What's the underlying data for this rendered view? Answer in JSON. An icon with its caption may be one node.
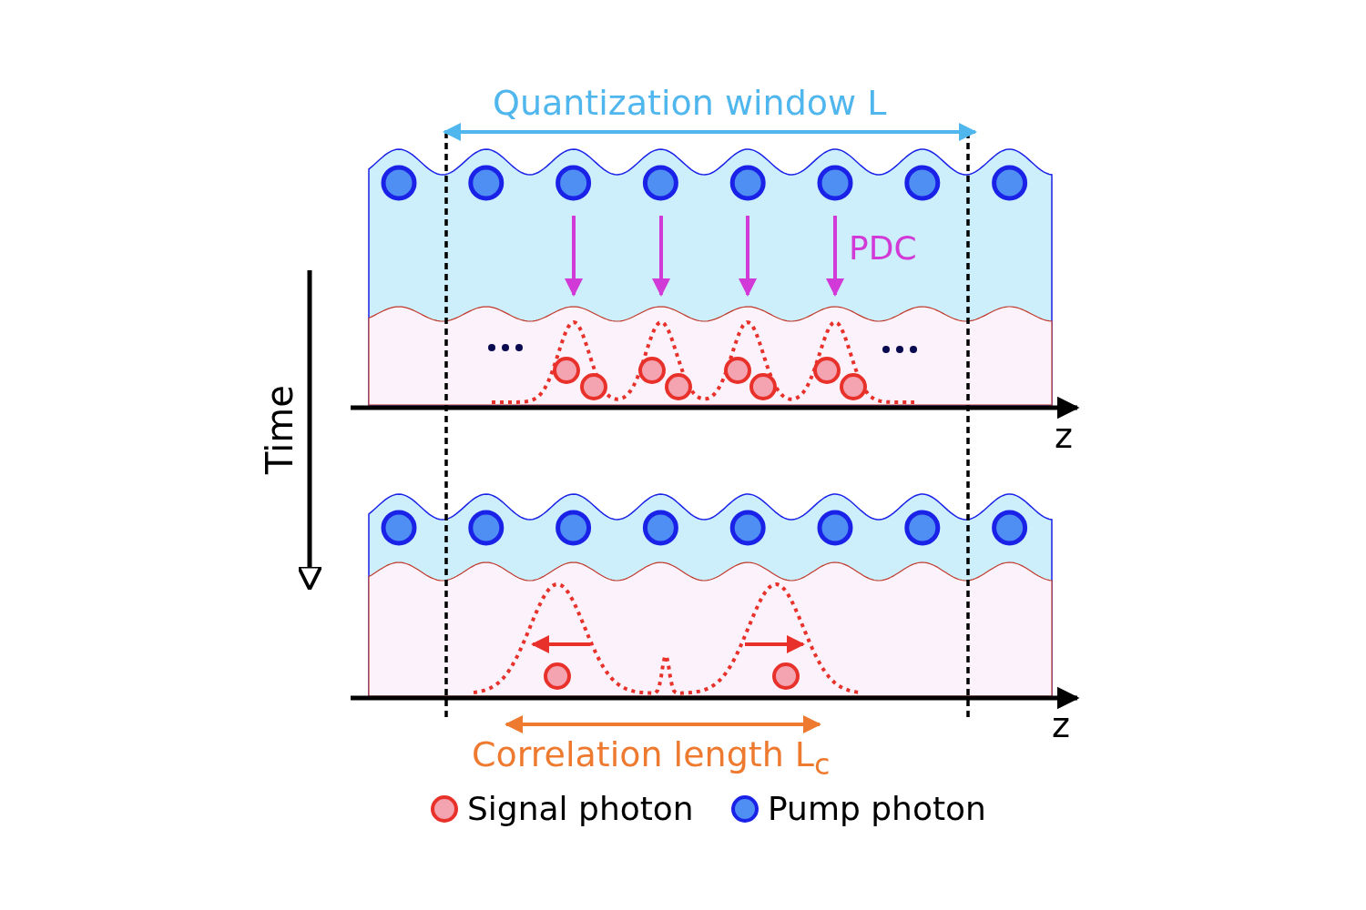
{
  "diagram": {
    "labels": [
      "Quantization window L",
      "PDC",
      "Time",
      "z",
      "z",
      "Correlation length L$_{c}$"
    ],
    "legend": [
      {
        "text": "Signal photon"
      },
      {
        "text": "Pump photon"
      }
    ]
  }
}
